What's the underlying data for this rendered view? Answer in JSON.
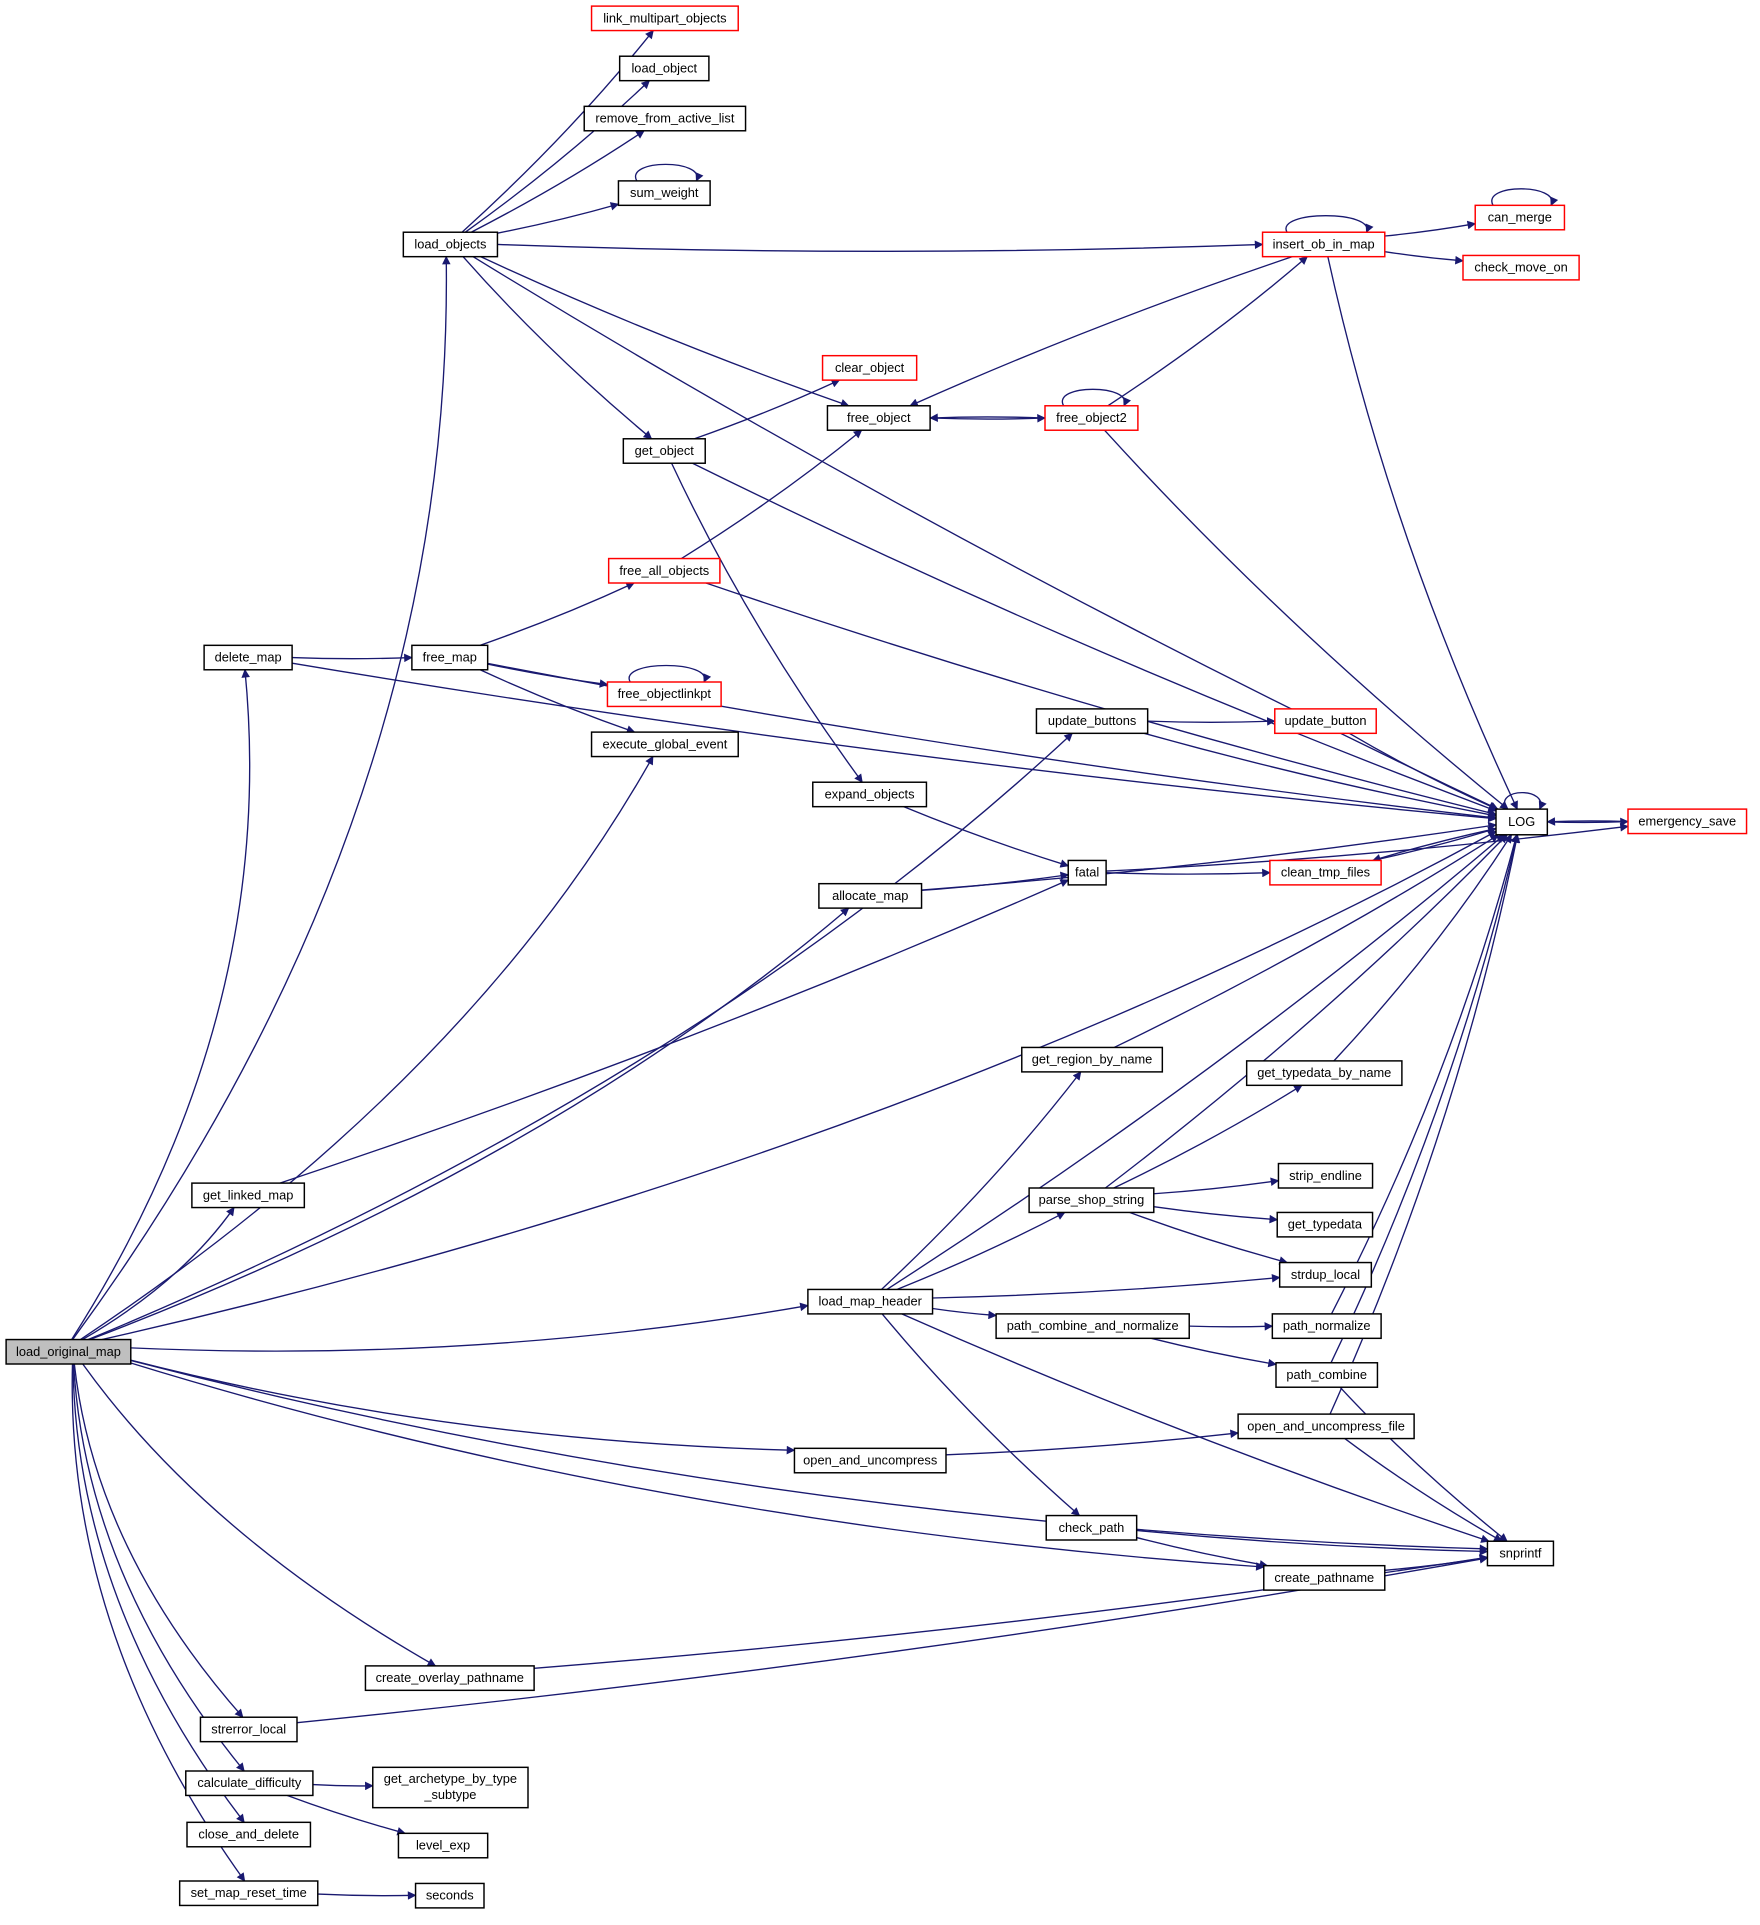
{
  "colors": {
    "edge": "#191970",
    "node_border": "#000000",
    "truncated_border": "#ff0000",
    "root_fill": "#bfbfbf"
  },
  "nodes": {
    "load_original_map": "load_original_map",
    "load_objects": "load_objects",
    "link_multipart_objects": "link_multipart_objects",
    "load_object": "load_object",
    "remove_from_active_list": "remove_from_active_list",
    "sum_weight": "sum_weight",
    "insert_ob_in_map": "insert_ob_in_map",
    "can_merge": "can_merge",
    "check_move_on": "check_move_on",
    "clear_object": "clear_object",
    "free_object": "free_object",
    "free_object2": "free_object2",
    "get_object": "get_object",
    "free_all_objects": "free_all_objects",
    "delete_map": "delete_map",
    "free_map": "free_map",
    "free_objectlinkpt": "free_objectlinkpt",
    "execute_global_event": "execute_global_event",
    "update_buttons": "update_buttons",
    "update_button": "update_button",
    "expand_objects": "expand_objects",
    "LOG": "LOG",
    "emergency_save": "emergency_save",
    "allocate_map": "allocate_map",
    "fatal": "fatal",
    "clean_tmp_files": "clean_tmp_files",
    "get_region_by_name": "get_region_by_name",
    "get_typedata_by_name": "get_typedata_by_name",
    "get_linked_map": "get_linked_map",
    "parse_shop_string": "parse_shop_string",
    "strip_endline": "strip_endline",
    "get_typedata": "get_typedata",
    "strdup_local": "strdup_local",
    "load_map_header": "load_map_header",
    "path_combine_and_normalize": "path_combine_and_normalize",
    "path_normalize": "path_normalize",
    "path_combine": "path_combine",
    "open_and_uncompress_file": "open_and_uncompress_file",
    "open_and_uncompress": "open_and_uncompress",
    "check_path": "check_path",
    "snprintf": "snprintf",
    "create_pathname": "create_pathname",
    "create_overlay_pathname": "create_overlay_pathname",
    "strerror_local": "strerror_local",
    "calculate_difficulty": "calculate_difficulty",
    "get_archetype_by_type_subtype_line1": "get_archetype_by_type",
    "get_archetype_by_type_subtype_line2": "_subtype",
    "level_exp": "level_exp",
    "close_and_delete": "close_and_delete",
    "set_map_reset_time": "set_map_reset_time",
    "seconds": "seconds"
  },
  "edges": [
    [
      "load_original_map",
      "load_objects"
    ],
    [
      "load_original_map",
      "delete_map"
    ],
    [
      "load_original_map",
      "execute_global_event"
    ],
    [
      "load_original_map",
      "update_buttons"
    ],
    [
      "load_original_map",
      "LOG"
    ],
    [
      "load_original_map",
      "allocate_map"
    ],
    [
      "load_original_map",
      "get_linked_map"
    ],
    [
      "load_original_map",
      "load_map_header"
    ],
    [
      "load_original_map",
      "open_and_uncompress"
    ],
    [
      "load_original_map",
      "create_pathname"
    ],
    [
      "load_original_map",
      "snprintf"
    ],
    [
      "load_original_map",
      "create_overlay_pathname"
    ],
    [
      "load_original_map",
      "strerror_local"
    ],
    [
      "load_original_map",
      "calculate_difficulty"
    ],
    [
      "load_original_map",
      "close_and_delete"
    ],
    [
      "load_original_map",
      "set_map_reset_time"
    ],
    [
      "load_objects",
      "link_multipart_objects"
    ],
    [
      "load_objects",
      "load_object"
    ],
    [
      "load_objects",
      "remove_from_active_list"
    ],
    [
      "load_objects",
      "sum_weight"
    ],
    [
      "load_objects",
      "insert_ob_in_map"
    ],
    [
      "load_objects",
      "LOG"
    ],
    [
      "load_objects",
      "free_object"
    ],
    [
      "load_objects",
      "get_object"
    ],
    [
      "sum_weight",
      "sum_weight"
    ],
    [
      "insert_ob_in_map",
      "insert_ob_in_map"
    ],
    [
      "insert_ob_in_map",
      "can_merge"
    ],
    [
      "insert_ob_in_map",
      "check_move_on"
    ],
    [
      "insert_ob_in_map",
      "free_object"
    ],
    [
      "insert_ob_in_map",
      "LOG"
    ],
    [
      "can_merge",
      "can_merge"
    ],
    [
      "free_object",
      "free_object2"
    ],
    [
      "free_object2",
      "free_object"
    ],
    [
      "free_object2",
      "free_object2"
    ],
    [
      "free_object2",
      "insert_ob_in_map"
    ],
    [
      "free_object2",
      "LOG"
    ],
    [
      "get_object",
      "clear_object"
    ],
    [
      "get_object",
      "LOG"
    ],
    [
      "get_object",
      "expand_objects"
    ],
    [
      "free_all_objects",
      "free_object"
    ],
    [
      "free_all_objects",
      "LOG"
    ],
    [
      "delete_map",
      "LOG"
    ],
    [
      "delete_map",
      "free_map"
    ],
    [
      "free_map",
      "free_all_objects"
    ],
    [
      "free_map",
      "LOG"
    ],
    [
      "free_map",
      "free_objectlinkpt"
    ],
    [
      "free_map",
      "execute_global_event"
    ],
    [
      "free_objectlinkpt",
      "free_objectlinkpt"
    ],
    [
      "update_buttons",
      "LOG"
    ],
    [
      "update_buttons",
      "update_button"
    ],
    [
      "update_button",
      "LOG"
    ],
    [
      "expand_objects",
      "fatal"
    ],
    [
      "allocate_map",
      "LOG"
    ],
    [
      "allocate_map",
      "fatal"
    ],
    [
      "fatal",
      "clean_tmp_files"
    ],
    [
      "fatal",
      "emergency_save"
    ],
    [
      "clean_tmp_files",
      "LOG"
    ],
    [
      "LOG",
      "LOG"
    ],
    [
      "LOG",
      "emergency_save"
    ],
    [
      "LOG",
      "clean_tmp_files"
    ],
    [
      "emergency_save",
      "LOG"
    ],
    [
      "get_linked_map",
      "fatal"
    ],
    [
      "load_map_header",
      "LOG"
    ],
    [
      "load_map_header",
      "get_region_by_name"
    ],
    [
      "load_map_header",
      "parse_shop_string"
    ],
    [
      "load_map_header",
      "strdup_local"
    ],
    [
      "load_map_header",
      "path_combine_and_normalize"
    ],
    [
      "load_map_header",
      "snprintf"
    ],
    [
      "load_map_header",
      "check_path"
    ],
    [
      "get_region_by_name",
      "LOG"
    ],
    [
      "get_typedata_by_name",
      "LOG"
    ],
    [
      "parse_shop_string",
      "LOG"
    ],
    [
      "parse_shop_string",
      "get_typedata_by_name"
    ],
    [
      "parse_shop_string",
      "strip_endline"
    ],
    [
      "parse_shop_string",
      "get_typedata"
    ],
    [
      "parse_shop_string",
      "strdup_local"
    ],
    [
      "path_combine_and_normalize",
      "path_normalize"
    ],
    [
      "path_combine_and_normalize",
      "path_combine"
    ],
    [
      "path_normalize",
      "LOG"
    ],
    [
      "path_combine",
      "LOG"
    ],
    [
      "path_combine",
      "snprintf"
    ],
    [
      "open_and_uncompress",
      "open_and_uncompress_file"
    ],
    [
      "open_and_uncompress_file",
      "LOG"
    ],
    [
      "open_and_uncompress_file",
      "snprintf"
    ],
    [
      "check_path",
      "snprintf"
    ],
    [
      "check_path",
      "create_pathname"
    ],
    [
      "create_pathname",
      "snprintf"
    ],
    [
      "create_overlay_pathname",
      "snprintf"
    ],
    [
      "strerror_local",
      "snprintf"
    ],
    [
      "calculate_difficulty",
      "get_archetype_by_type_subtype"
    ],
    [
      "calculate_difficulty",
      "level_exp"
    ],
    [
      "set_map_reset_time",
      "seconds"
    ]
  ]
}
